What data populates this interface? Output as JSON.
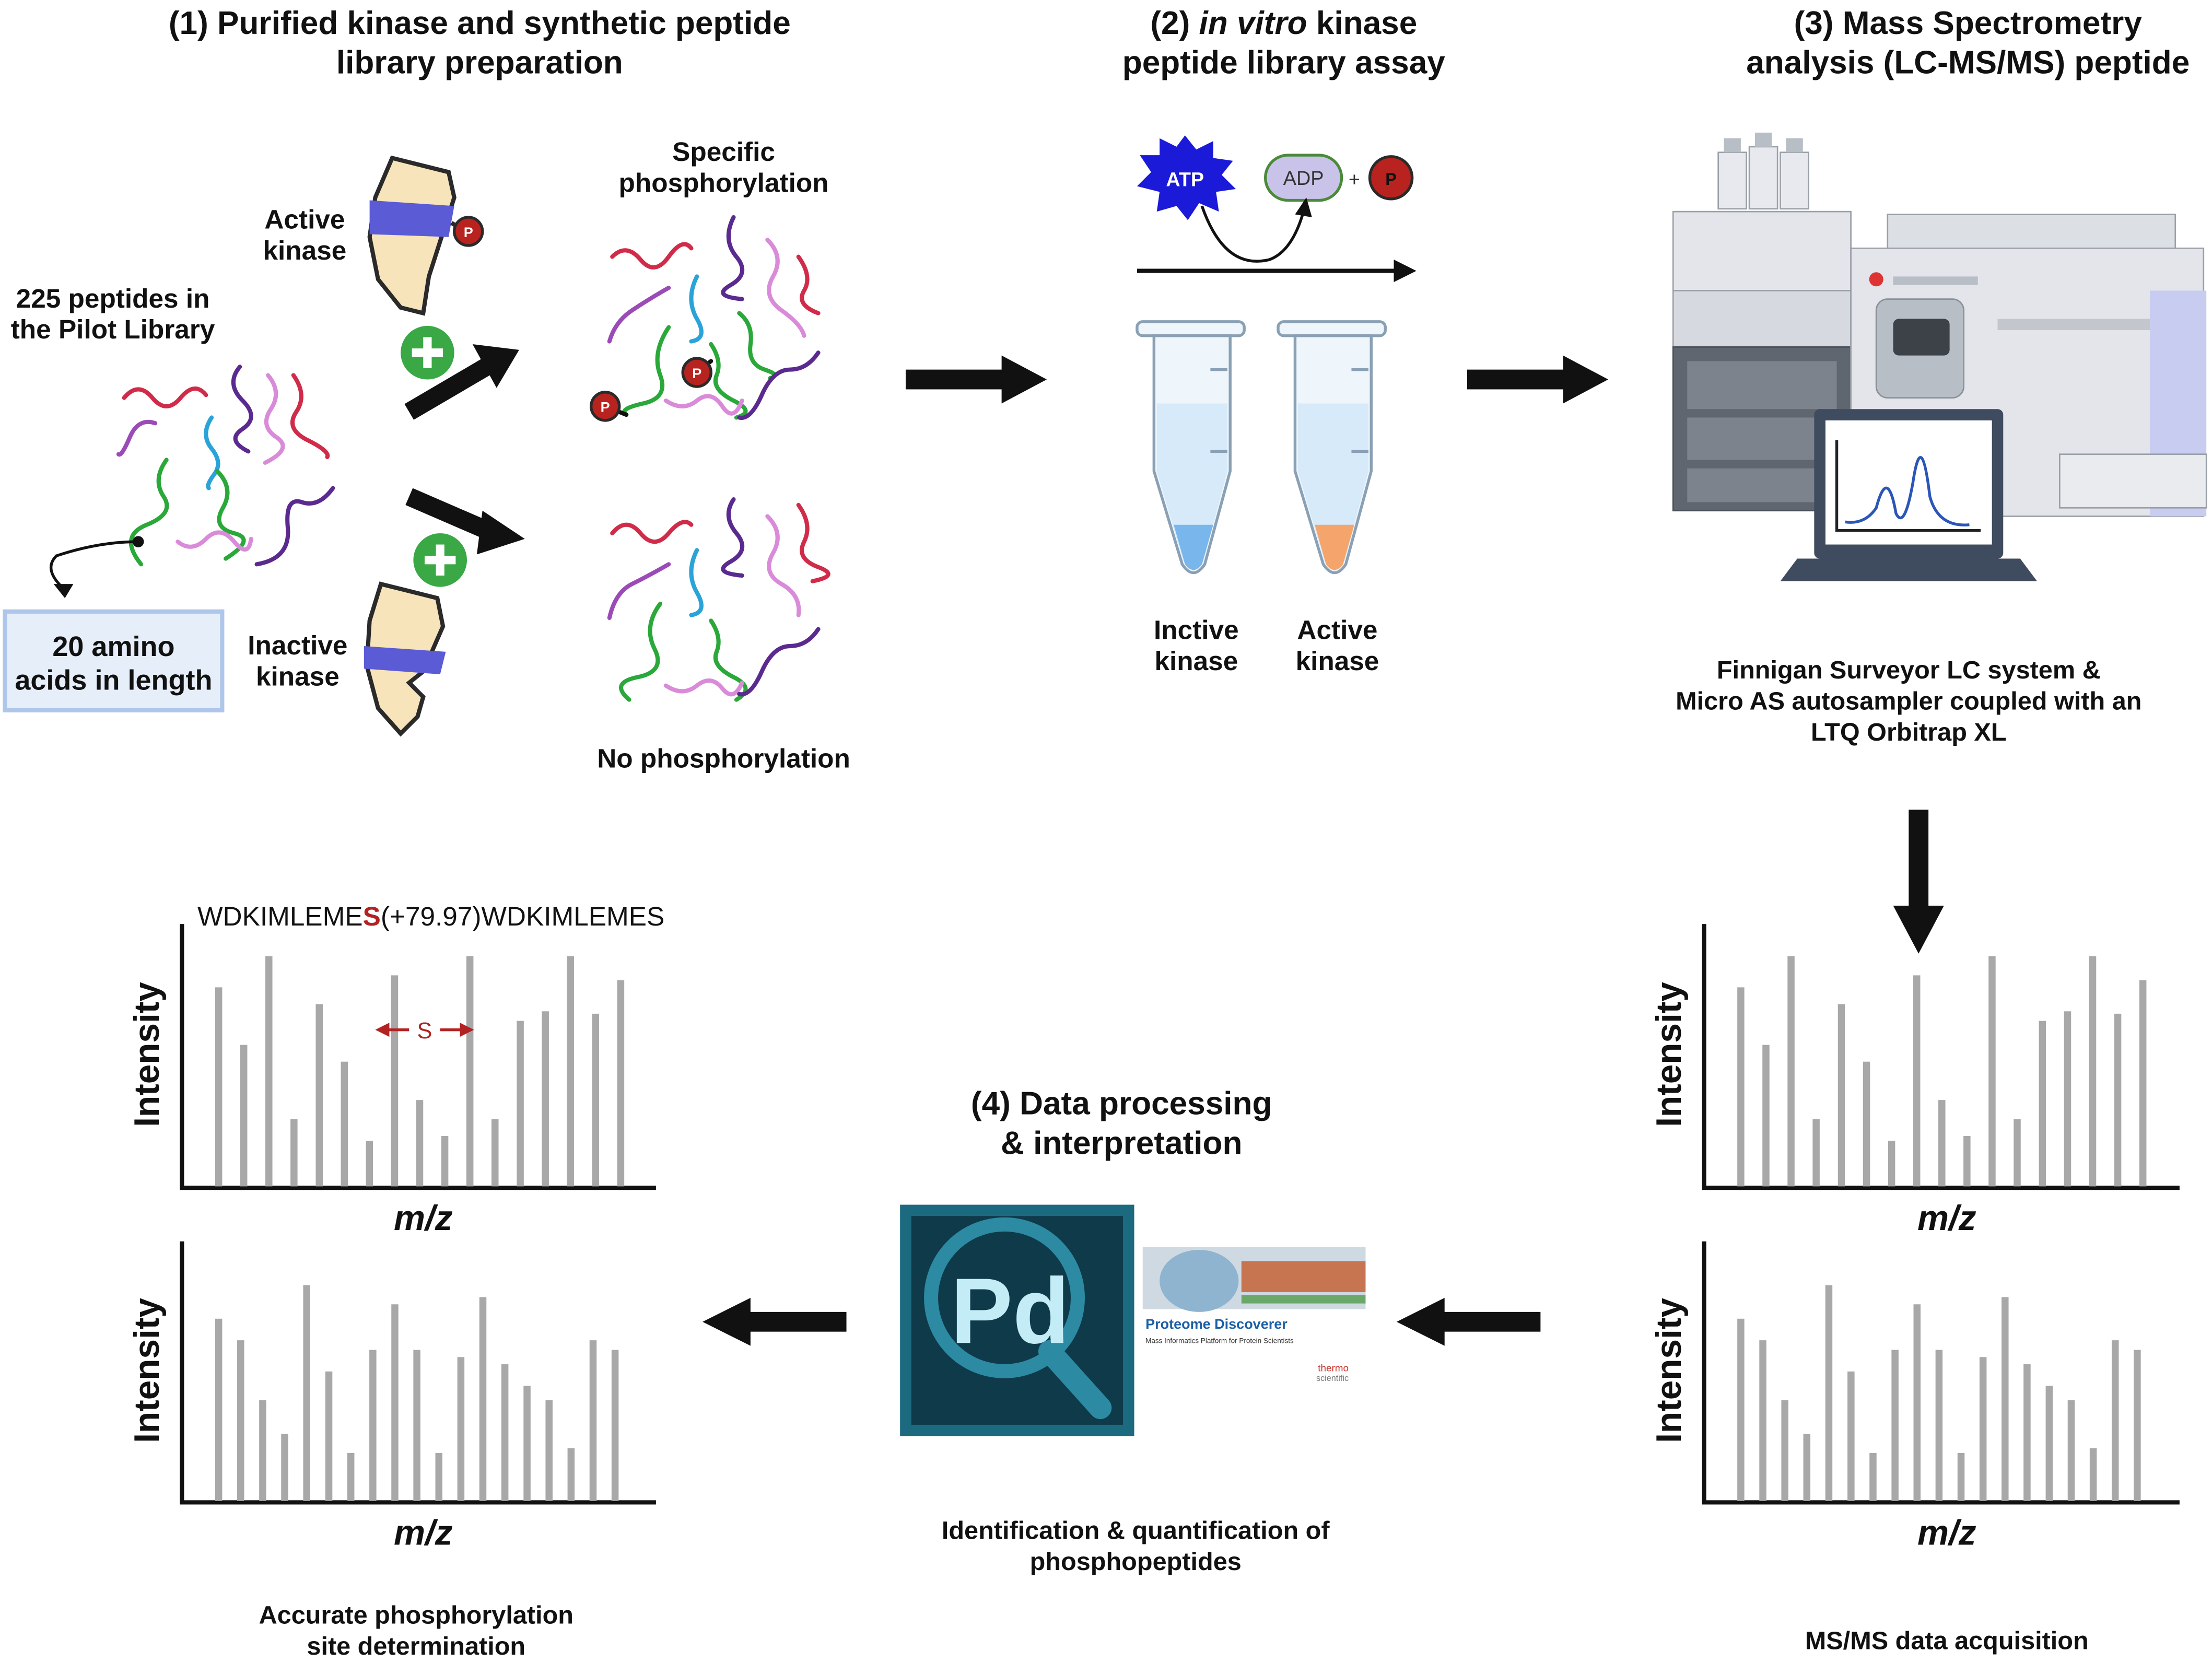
{
  "titles": {
    "step1": [
      "(1) Purified kinase and synthetic peptide",
      "library preparation"
    ],
    "step2_prefix": "(2) ",
    "step2_italic": "in vitro",
    "step2_suffix": " kinase",
    "step2_line2": "peptide library assay",
    "step3": [
      "(3) Mass Spectrometry",
      "analysis (LC-MS/MS) peptide"
    ],
    "step4": [
      "(4) Data processing",
      "& interpretation"
    ]
  },
  "step1": {
    "library_label": [
      "225 peptides in",
      "the Pilot Library"
    ],
    "length_box": [
      "20 amino",
      "acids in length"
    ],
    "active_kinase": [
      "Active",
      "kinase"
    ],
    "inactive_kinase": [
      "Inactive",
      "kinase"
    ],
    "specific_phos": [
      "Specific",
      "phosphorylation"
    ],
    "no_phos": "No phosphorylation",
    "phospho_mark": "P"
  },
  "step2": {
    "atp": "ATP",
    "adp": "ADP",
    "plus": "+",
    "phospho_mark": "P",
    "tube1_label": [
      "Inctive",
      "kinase"
    ],
    "tube2_label": [
      "Active",
      "kinase"
    ]
  },
  "step3": {
    "instrument_caption": [
      "Finnigan Surveyor LC system &",
      "Micro AS autosampler coupled with an",
      "LTQ Orbitrap XL"
    ],
    "acquisition_caption": "MS/MS data acquisition"
  },
  "step4": {
    "software_title": "Proteome Discoverer",
    "software_subtitle": "Mass Informatics Platform for Protein Scientists",
    "brand_line1": "thermo",
    "brand_line2": "scientific",
    "pd_logo": "Pd",
    "caption": [
      "Identification & quantification of",
      "phosphopeptides"
    ],
    "site_caption": [
      "Accurate phosphorylation",
      "site determination"
    ]
  },
  "spectra": {
    "y_label": "Intensity",
    "x_label": "m/z",
    "peptide_pre": "WDKIMLEME",
    "peptide_site": "S",
    "peptide_post": "(+79.97)WDKIMLEMES",
    "shift_label": "S",
    "top_peaks": [
      0.83,
      0.59,
      0.96,
      0.28,
      0.76,
      0.52,
      0.19,
      0.88,
      0.36,
      0.21,
      0.96,
      0.28,
      0.69,
      0.73,
      0.96,
      0.72,
      0.86
    ],
    "bottom_peaks": [
      0.76,
      0.67,
      0.42,
      0.28,
      0.9,
      0.54,
      0.2,
      0.63,
      0.82,
      0.63,
      0.2,
      0.6,
      0.85,
      0.57,
      0.48,
      0.42,
      0.22,
      0.67,
      0.63
    ]
  },
  "colors": {
    "arrow": "#111111",
    "peak": "#a8a8a8",
    "site_red": "#b22222",
    "plus_green": "#3aa845",
    "kinase_fill": "#f7e4bb",
    "kinase_band": "#5b5bd6",
    "tube_blue": "#79b6ec",
    "tube_orange": "#f5a56c",
    "atp_star": "#1a1ad8",
    "adp_fill": "#c9c3ea",
    "phospho_red": "#b8231f"
  }
}
